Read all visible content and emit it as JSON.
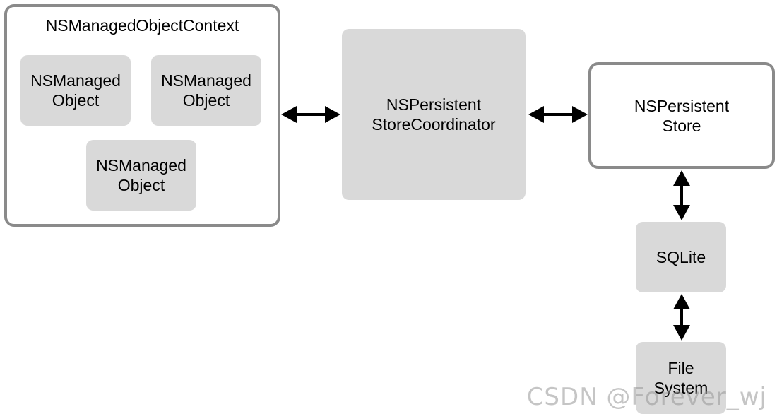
{
  "diagram": {
    "context": {
      "title": "NSManagedObjectContext",
      "objects": [
        {
          "label": "NSManaged\nObject"
        },
        {
          "label": "NSManaged\nObject"
        },
        {
          "label": "NSManaged\nObject"
        }
      ]
    },
    "coordinator": {
      "label": "NSPersistent\nStoreCoordinator"
    },
    "store": {
      "label": "NSPersistent\nStore"
    },
    "sqlite": {
      "label": "SQLite"
    },
    "filesystem": {
      "label": "File\nSystem"
    },
    "watermark": "CSDN @Forever_wj",
    "colors": {
      "border": "#8a8a8a",
      "fill": "#d9d9d9",
      "arrow": "#000000"
    }
  }
}
